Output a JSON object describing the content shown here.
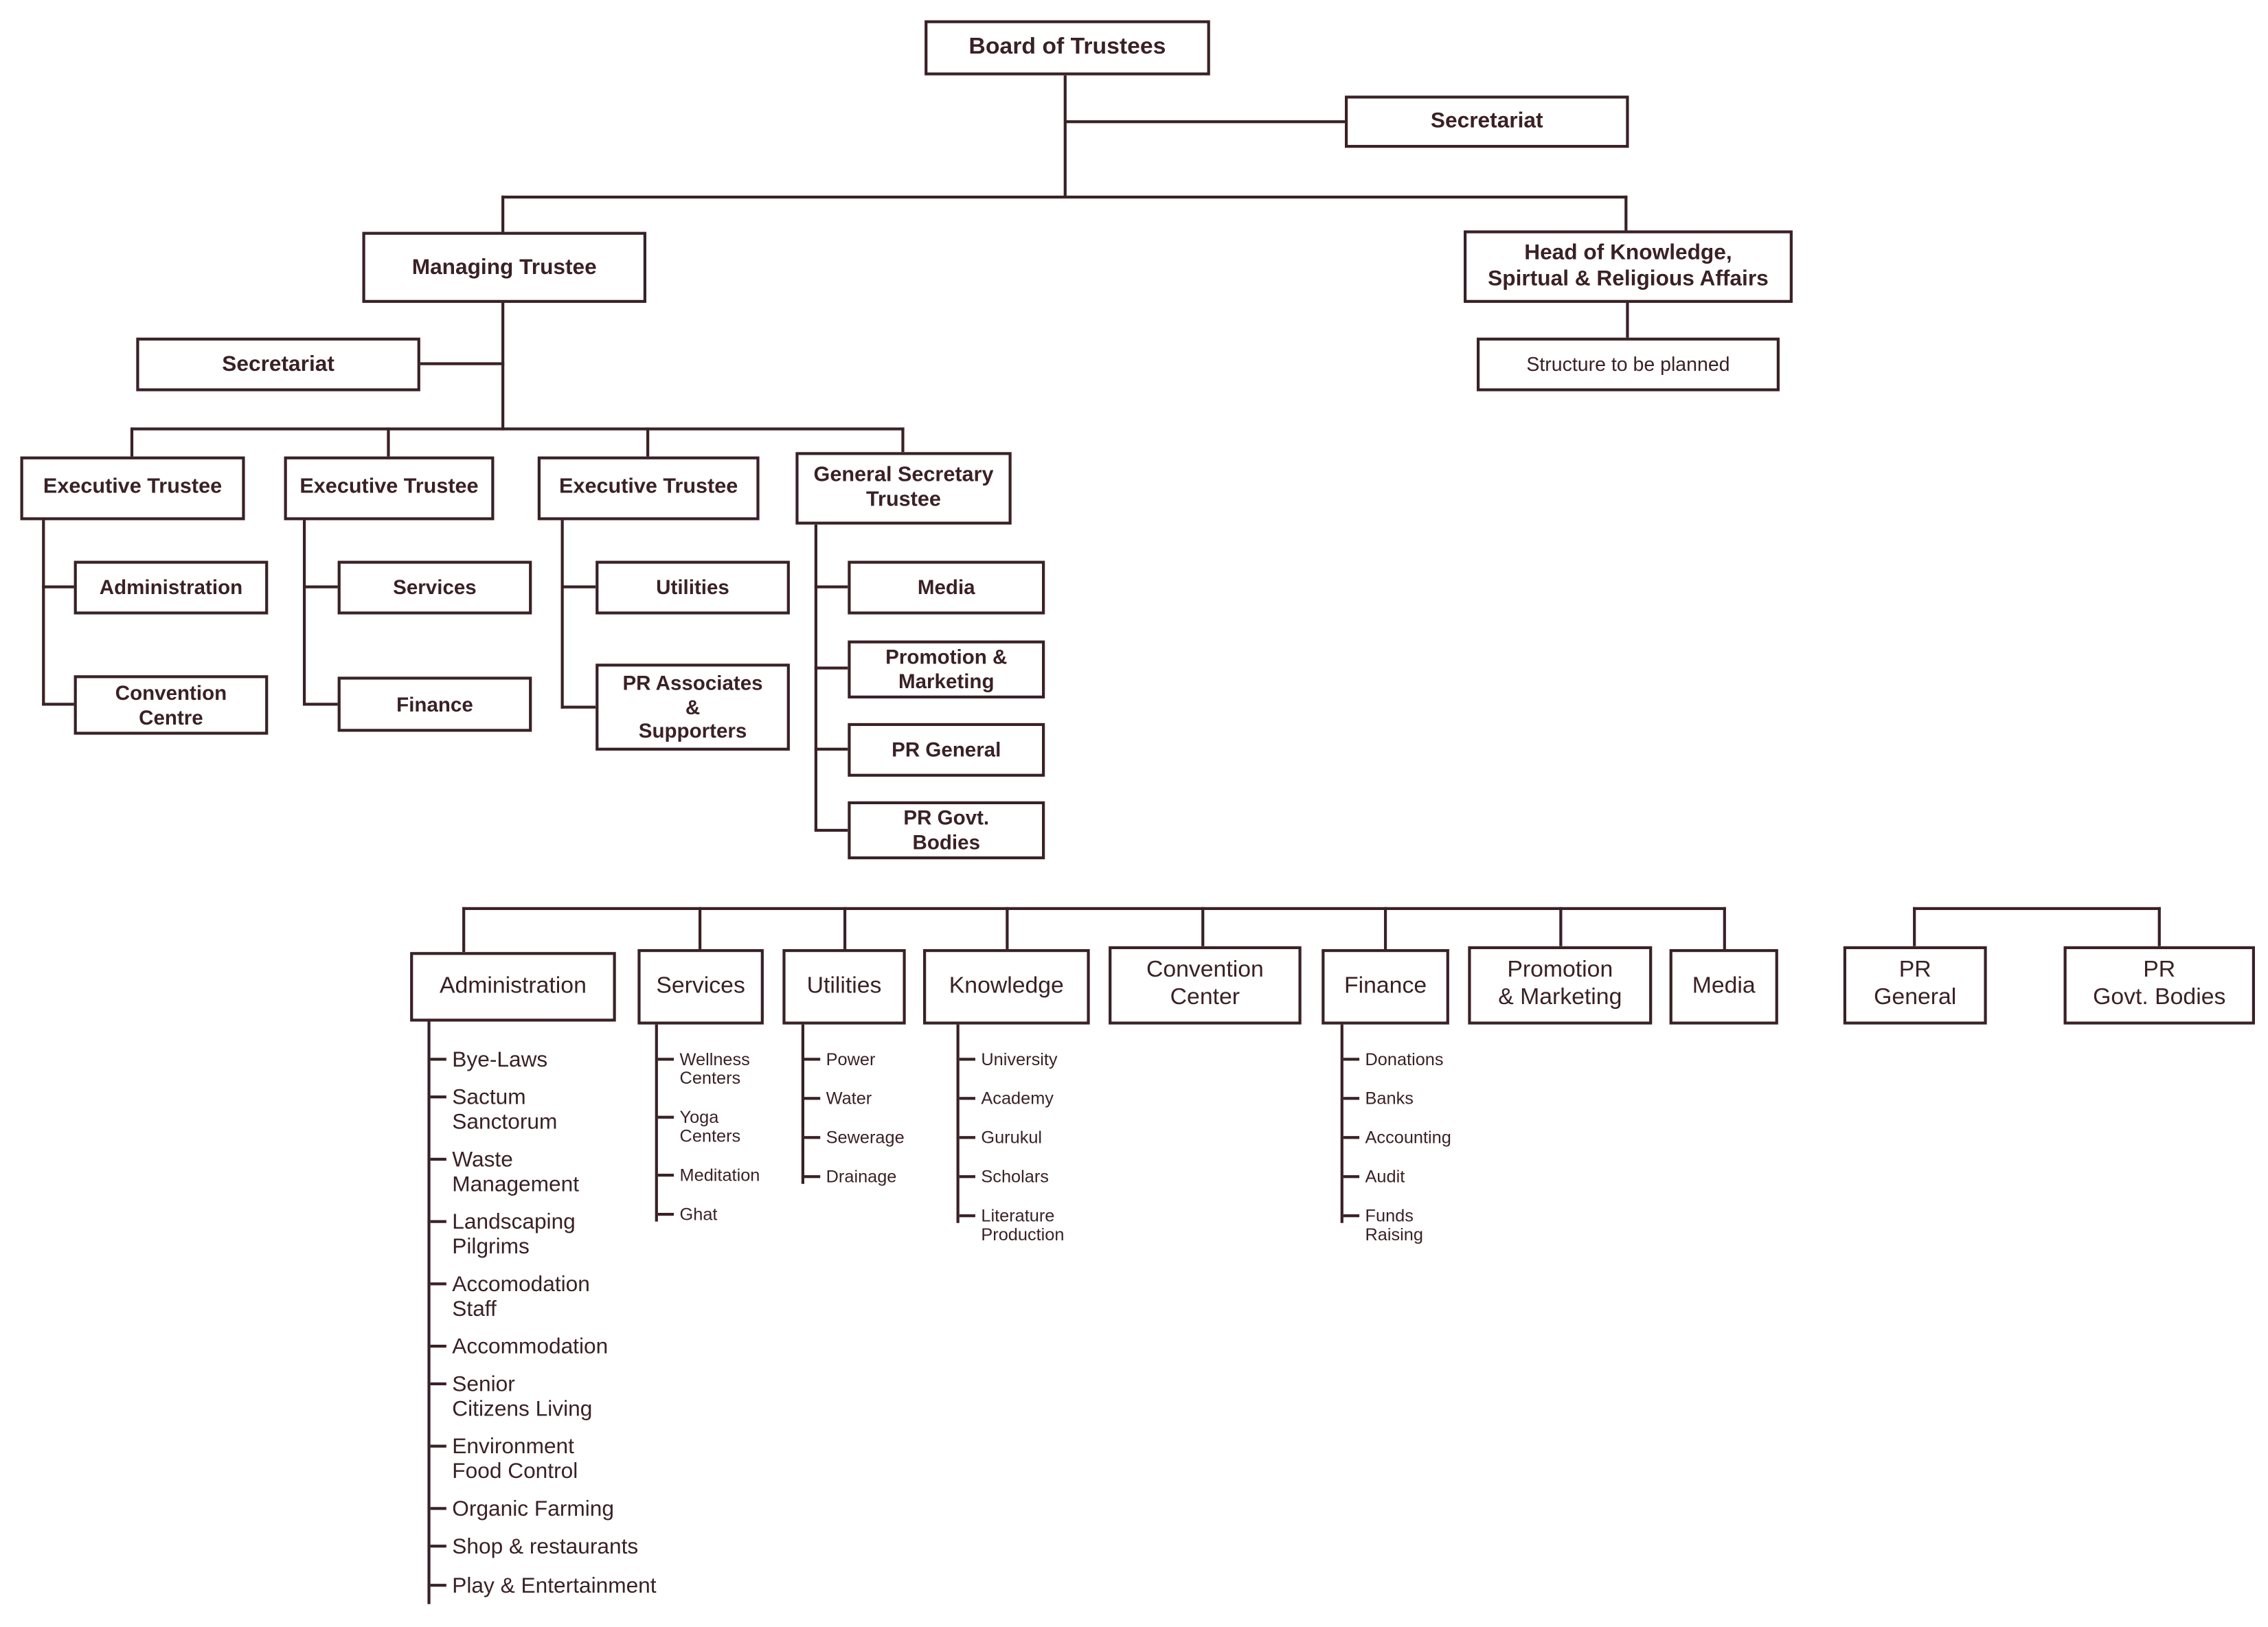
{
  "colors": {
    "ink": "#3a2126",
    "background": "#ffffff"
  },
  "nodes": {
    "board": "Board of Trustees",
    "secretariat_top": "Secretariat",
    "managing_trustee": "Managing Trustee",
    "head_knowledge": "Head of Knowledge,\nSpirtual & Religious Affairs",
    "structure_planned": "Structure to be planned",
    "secretariat_left": "Secretariat",
    "executive_trustee_1": "Executive Trustee",
    "executive_trustee_2": "Executive Trustee",
    "executive_trustee_3": "Executive Trustee",
    "general_secretary_trustee": "General Secretary\nTrustee",
    "administration": "Administration",
    "convention_centre": "Convention\nCentre",
    "services": "Services",
    "finance": "Finance",
    "utilities": "Utilities",
    "pr_associates": "PR Associates\n&\nSupporters",
    "media": "Media",
    "promotion_marketing": "Promotion &\nMarketing",
    "pr_general": "PR General",
    "pr_govt_bodies": "PR Govt.\nBodies"
  },
  "departments": {
    "administration": {
      "label": "Administration",
      "items": [
        "Bye-Laws",
        "Sactum\nSanctorum",
        "Waste\nManagement",
        "Landscaping\nPilgrims",
        "Accomodation\nStaff",
        "Accommodation",
        "Senior\nCitizens Living",
        "Environment\nFood Control",
        "Organic Farming",
        "Shop & restaurants",
        "Play & Entertainment"
      ]
    },
    "services": {
      "label": "Services",
      "items": [
        "Wellness\nCenters",
        "Yoga\nCenters",
        "Meditation",
        "Ghat"
      ]
    },
    "utilities": {
      "label": "Utilities",
      "items": [
        "Power",
        "Water",
        "Sewerage",
        "Drainage"
      ]
    },
    "knowledge": {
      "label": "Knowledge",
      "items": [
        "University",
        "Academy",
        "Gurukul",
        "Scholars",
        "Literature\nProduction"
      ]
    },
    "convention_center": {
      "label": "Convention\nCenter",
      "items": []
    },
    "finance": {
      "label": "Finance",
      "items": [
        "Donations",
        "Banks",
        "Accounting",
        "Audit",
        "Funds\nRaising"
      ]
    },
    "promotion_marketing": {
      "label": "Promotion\n& Marketing",
      "items": []
    },
    "media": {
      "label": "Media",
      "items": []
    },
    "pr_general": {
      "label": "PR\nGeneral",
      "items": []
    },
    "pr_govt_bodies": {
      "label": "PR\nGovt. Bodies",
      "items": []
    }
  }
}
